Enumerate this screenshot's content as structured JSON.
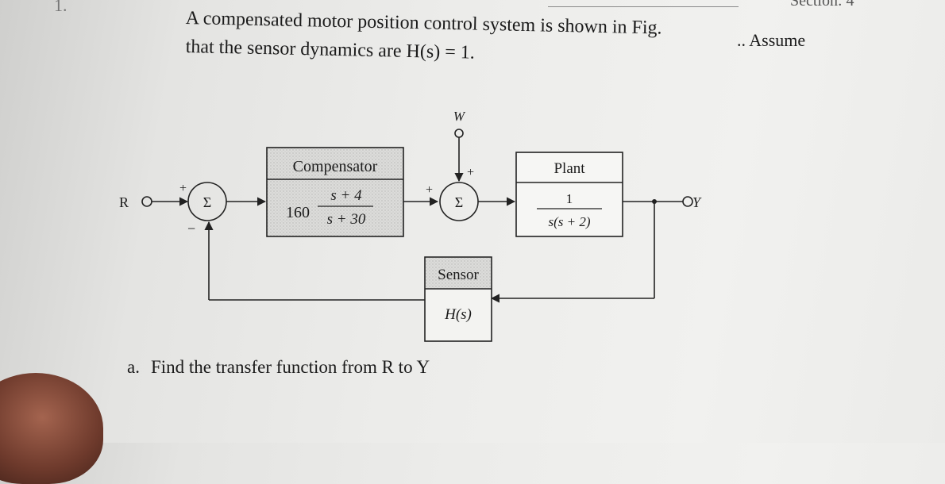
{
  "question_number": "1.",
  "section_label": "Section: 4",
  "problem": {
    "line1": "A compensated motor position control system is shown in Fig.",
    "line2": "that the sensor dynamics are H(s) = 1.",
    "assume": ".. Assume"
  },
  "diagram": {
    "input_label": "R",
    "output_label": "Y",
    "disturbance_label": "W",
    "summer_symbol": "Σ",
    "sign_plus": "+",
    "sign_minus": "−",
    "compensator": {
      "title": "Compensator",
      "gain": "160",
      "numerator": "s + 4",
      "denominator": "s + 30"
    },
    "plant": {
      "title": "Plant",
      "numerator": "1",
      "denominator": "s(s + 2)"
    },
    "sensor": {
      "title": "Sensor",
      "tf": "H(s)"
    }
  },
  "part_a": {
    "label": "a.",
    "text": "Find the transfer function from R to Y"
  }
}
